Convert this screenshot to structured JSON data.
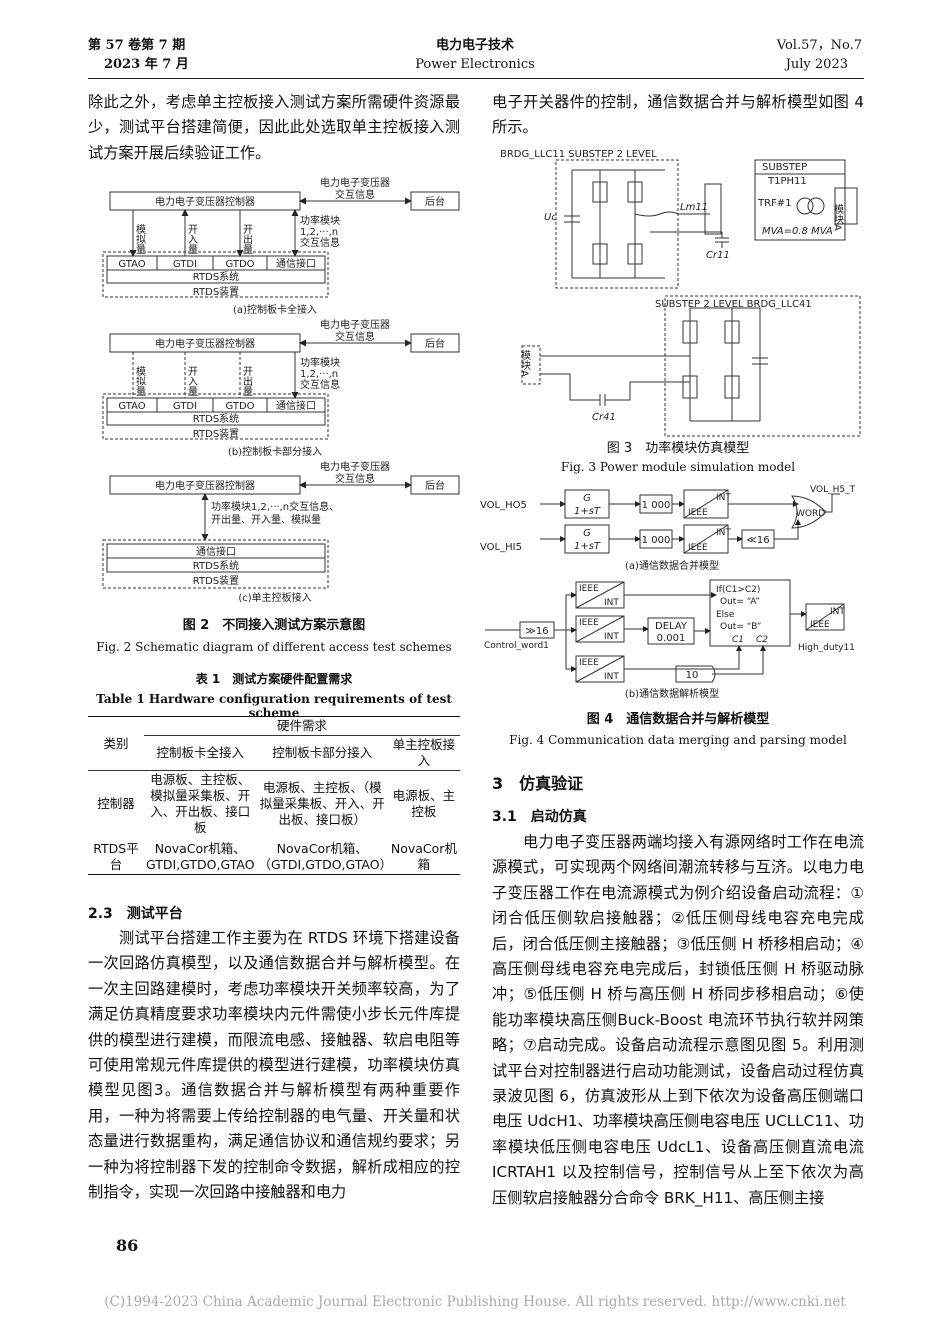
{
  "header": {
    "vol": "第 57 卷第 7 期",
    "date_cn": "2023 年 7 月",
    "journal_cn": "电力电子技术",
    "journal_en": "Power Electronics",
    "vol_en": "Vol.57，No.7",
    "date_en": "July 2023"
  },
  "left": {
    "para1": "除此之外，考虑单主控板接入测试方案所需硬件资源最少，测试平台搭建简便，因此此处选取单主控板接入测试方案开展后续验证工作。",
    "fig2": {
      "controller": "电力电子变压器控制器",
      "backend": "后台",
      "interaction": [
        "电力电子变压器",
        "交互信息"
      ],
      "analog": "模拟量",
      "din": "开入量",
      "dout": "开出量",
      "module_info": [
        "功率模块",
        "1,2,···,n",
        "交互信息"
      ],
      "gtao": "GTAO",
      "gtdi": "GTDI",
      "gtdo": "GTDO",
      "comm": "通信接口",
      "rtds_sys": "RTDS系统",
      "rtds_dev": "RTDS装置",
      "cap_a": "(a)控制板卡全接入",
      "cap_b": "(b)控制板卡部分接入",
      "cap_c": "(c)单主控板接入",
      "c_info": [
        "功率模块1,2,···,n交互信息、",
        "开出量、开入量、模拟量"
      ],
      "caption_cn": "图 2　不同接入测试方案示意图",
      "caption_en": "Fig. 2 Schematic diagram of different access test schemes"
    },
    "table1": {
      "caption_cn": "表 1　测试方案硬件配置需求",
      "caption_en": "Table 1 Hardware configuration requirements of test scheme",
      "col_group": "硬件需求",
      "category": "类别",
      "cols": [
        "控制板卡全接入",
        "控制板卡部分接入",
        "单主控板接入"
      ],
      "rows": [
        {
          "name": "控制器",
          "cells": [
            "电源板、主控板、模拟量采集板、开入、开出板、接口板",
            "电源板、主控板、（模拟量采集板、开入、开出板、接口板）",
            "电源板、主控板"
          ]
        },
        {
          "name": "RTDS平台",
          "cells": [
            "NovaCor机箱、GTDI,GTDO,GTAO",
            "NovaCor机箱、（GTDI,GTDO,GTAO）",
            "NovaCor机箱"
          ]
        }
      ]
    },
    "sec23": "2.3　测试平台",
    "para2": "测试平台搭建工作主要为在 RTDS 环境下搭建设备一次回路仿真模型，以及通信数据合并与解析模型。在一次主回路建模时，考虑功率模块开关频率较高，为了满足仿真精度要求功率模块内元件需使小步长元件库提供的模型进行建模，而限流电感、接触器、软启电阻等可使用常规元件库提供的模型进行建模，功率模块仿真模型见图3。通信数据合并与解析模型有两种重要作用，一种为将需要上传给控制器的电气量、开关量和状态量进行数据重构，满足通信协议和通信规约要求；另一种为将控制器下发的控制命令数据，解析成相应的控制指令，实现一次回路中接触器和电力",
    "page_no": "86"
  },
  "right": {
    "para0": "电子开关器件的控制，通信数据合并与解析模型如图 4 所示。",
    "fig3": {
      "top_title": "BRDG_LLC11 SUBSTEP 2 LEVEL",
      "bot_title": "SUBSTEP 2 LEVEL BRDG_LLC41",
      "substep": "SUBSTEP",
      "t1ph": "T1PH11",
      "trf": "TRF#1",
      "mva": "MVA=0.8 MVA",
      "lm": "Lm11",
      "cr": "Cr11",
      "cr41": "Cr41",
      "uc": "Uc",
      "module": "模块A",
      "caption_cn": "图 3　功率模块仿真模型",
      "caption_en": "Fig. 3 Power module simulation model"
    },
    "fig4": {
      "vol_ho5": "VOL_HO5",
      "vol_hi5": "VOL_HI5",
      "vol_h5_t": "VOL_H5_T",
      "g_num": "G",
      "g_den": "1+sT",
      "k1000": "1 000",
      "int": "INT",
      "ieee": "IEEE",
      "shift_l16": "≪16",
      "word": "WORD",
      "cap_a": "(a)通信数据合并模型",
      "control_word": "Control_word1",
      "shift_r16": "≫16",
      "delay": "DELAY",
      "delay_v": "0.001",
      "if_line": "If(C1>C2)",
      "out_a": "Out= “A”",
      "else": "Else",
      "out_b": "Out= “B”",
      "c1": "C1",
      "c2": "C2",
      "ten": "10",
      "high_duty": "High_duty11",
      "cap_b": "(b)通信数据解析模型",
      "caption_cn": "图 4　通信数据合并与解析模型",
      "caption_en": "Fig. 4 Communication data merging and parsing model"
    },
    "sec3": "3　仿真验证",
    "sec31": "3.1　启动仿真",
    "para1": "电力电子变压器两端均接入有源网络时工作在电流源模式，可实现两个网络间潮流转移与互济。以电力电子变压器工作在电流源模式为例介绍设备启动流程：①闭合低压侧软启接触器；②低压侧母线电容充电完成后，闭合低压侧主接触器；③低压侧 H 桥移相启动；④高压侧母线电容充电完成后，封锁低压侧 H 桥驱动脉冲；⑤低压侧 H 桥与高压侧 H 桥同步移相启动；⑥使能功率模块高压侧Buck-Boost 电流环节执行软并网策略；⑦启动完成。设备启动流程示意图见图 5。利用测试平台对控制器进行启动功能测试，设备启动过程仿真录波见图 6，仿真波形从上到下依次为设备高压侧端口电压 UdcH1、功率模块高压侧电容电压 UCLLC11、功率模块低压侧电容电压 UdcL1、设备高压侧直流电流 ICRTAH1 以及控制信号，控制信号从上至下依次为高压侧软启接触器分合命令 BRK_H11、高压侧主接"
  },
  "footer": "(C)1994-2023 China Academic Journal Electronic Publishing House. All rights reserved.    http://www.cnki.net"
}
